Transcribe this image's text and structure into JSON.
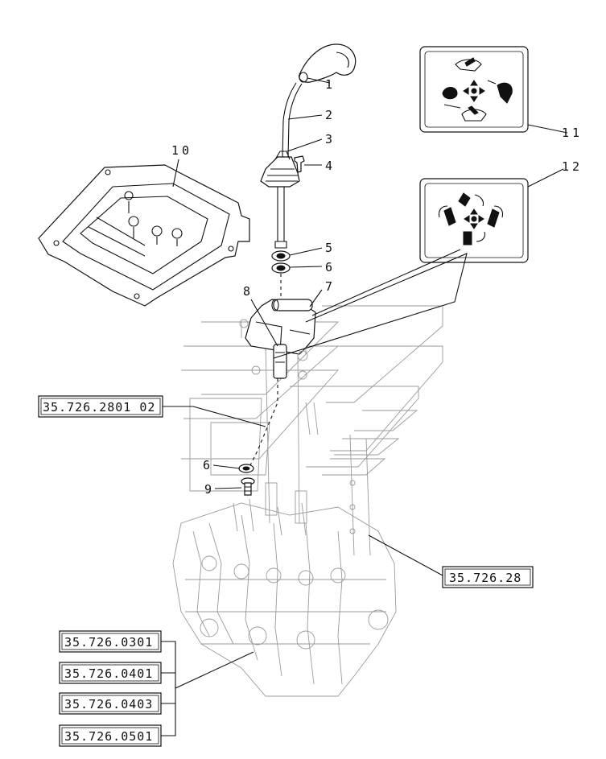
{
  "diagram": {
    "callouts": [
      "1",
      "2",
      "3",
      "4",
      "5",
      "6",
      "7",
      "8",
      "6",
      "9",
      "10",
      "11",
      "12"
    ],
    "references": {
      "ref_a": "35.726.2801 02",
      "ref_b": "35.726.28",
      "ref_c": "35.726.0301",
      "ref_d": "35.726.0401",
      "ref_e": "35.726.0403",
      "ref_f": "35.726.0501"
    },
    "icons": [
      "joystick-handle",
      "control-lever",
      "rubber-boot",
      "bolt",
      "control-plate",
      "decal-loader-controls",
      "decal-joystick-directions",
      "control-valve-block"
    ]
  }
}
